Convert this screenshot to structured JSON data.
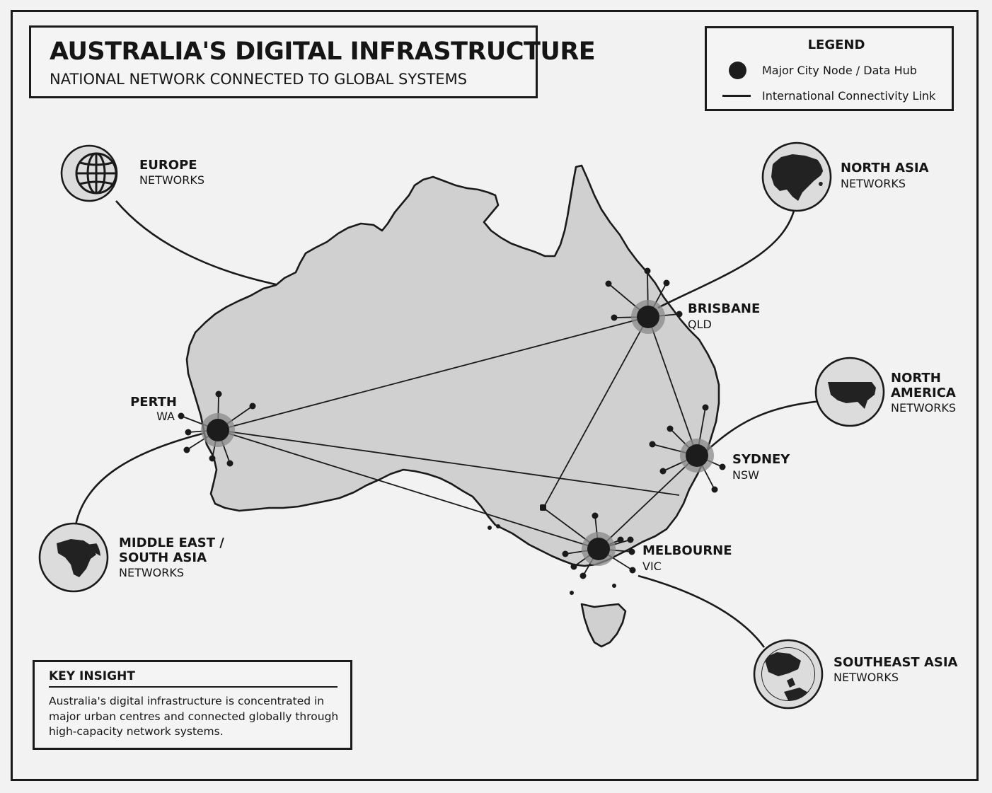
{
  "header": {
    "title": "AUSTRALIA'S DIGITAL INFRASTRUCTURE",
    "subtitle": "NATIONAL NETWORK CONNECTED TO GLOBAL SYSTEMS"
  },
  "legend": {
    "title": "LEGEND",
    "node_label": "Major City Node / Data Hub",
    "link_label": "International Connectivity Link"
  },
  "cities": [
    {
      "name": "PERTH",
      "state": "WA"
    },
    {
      "name": "BRISBANE",
      "state": "QLD"
    },
    {
      "name": "SYDNEY",
      "state": "NSW"
    },
    {
      "name": "MELBOURNE",
      "state": "VIC"
    }
  ],
  "regions": [
    {
      "line1": "EUROPE",
      "line2": "",
      "line3": "NETWORKS",
      "icon": "globe-icon"
    },
    {
      "line1": "NORTH ASIA",
      "line2": "",
      "line3": "NETWORKS",
      "icon": "asia-map-icon"
    },
    {
      "line1": "NORTH",
      "line2": "AMERICA",
      "line3": "NETWORKS",
      "icon": "usa-map-icon"
    },
    {
      "line1": "MIDDLE EAST /",
      "line2": "SOUTH ASIA",
      "line3": "NETWORKS",
      "icon": "africa-map-icon"
    },
    {
      "line1": "SOUTHEAST ASIA",
      "line2": "",
      "line3": "NETWORKS",
      "icon": "globe-asia-icon"
    }
  ],
  "insight": {
    "title": "KEY INSIGHT",
    "text": "Australia's digital infrastructure is concentrated in major urban centres and connected globally through high-capacity network systems."
  },
  "colors": {
    "ink": "#1a1a1a",
    "land": "#d0d0d0",
    "paper": "#f2f2f2",
    "node_halo": "#8a8a8a"
  }
}
